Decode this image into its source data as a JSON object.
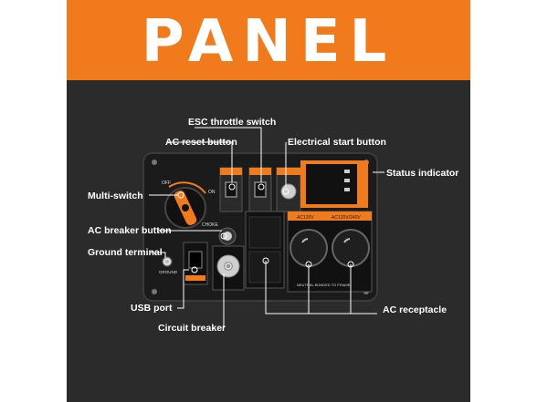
{
  "banner": {
    "title": "PANEL"
  },
  "callouts": {
    "esc_throttle_switch": "ESC throttle switch",
    "ac_reset_button": "AC reset button",
    "electrical_start_button": "Electrical start button",
    "status_indicator": "Status indicator",
    "multi_switch": "Multi-switch",
    "ac_breaker_button": "AC breaker button",
    "ground_terminal": "Ground terminal",
    "usb_port": "USB port",
    "circuit_breaker": "Circuit breaker",
    "ac_receptacle": "AC receptacle"
  },
  "panel_labels": {
    "off": "OFF",
    "on": "ON",
    "choke": "CHOKE",
    "ground": "GROUND",
    "ac_120v": "AC120V",
    "ac_120_240v": "AC120V/240V",
    "neutral": "NEUTRAL BONDED TO FRAME"
  },
  "colors": {
    "accent": "#f07a1c",
    "background": "#2b2b2b",
    "panel": "#1b1b1b",
    "text": "#ffffff"
  }
}
